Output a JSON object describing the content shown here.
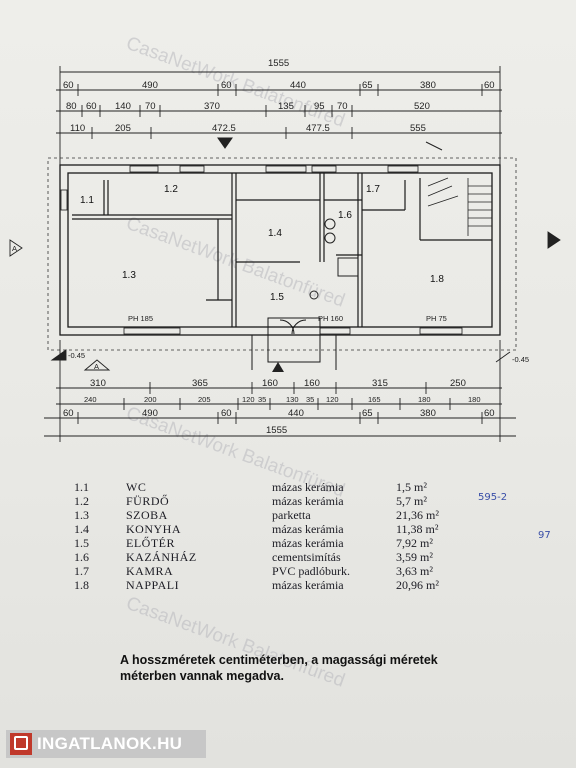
{
  "watermarks": [
    "CasaNetWork Balatonfüred",
    "CasaNetWork Balatonfüred",
    "CasaNetWork Balatonfüred",
    "CasaNetWork Balatonfüred"
  ],
  "dimensions_top": {
    "overall": "1555",
    "row1": [
      "60",
      "490",
      "60",
      "440",
      "65",
      "380",
      "60"
    ],
    "row2": [
      "80",
      "60",
      "140",
      "70",
      "370",
      "135",
      "95",
      "70",
      "520"
    ],
    "row3": [
      "110",
      "205",
      "472.5",
      "477.5",
      "555"
    ]
  },
  "dimensions_bottom": {
    "row1": [
      "310",
      "365",
      "160",
      "160",
      "315",
      "250"
    ],
    "row2": [
      "240",
      "200",
      "205",
      "120",
      "35",
      "130",
      "35",
      "120",
      "165",
      "180",
      "180"
    ],
    "row3": [
      "60",
      "490",
      "60",
      "440",
      "65",
      "380",
      "60"
    ],
    "overall": "1555"
  },
  "rooms": [
    {
      "code": "1.1",
      "label": "1.1"
    },
    {
      "code": "1.2",
      "label": "1.2"
    },
    {
      "code": "1.3",
      "label": "1.3"
    },
    {
      "code": "1.4",
      "label": "1.4"
    },
    {
      "code": "1.5",
      "label": "1.5"
    },
    {
      "code": "1.6",
      "label": "1.6"
    },
    {
      "code": "1.7",
      "label": "1.7"
    },
    {
      "code": "1.8",
      "label": "1.8"
    }
  ],
  "plan_labels": {
    "ph_left": "PH 185",
    "ph_mid": "PH 160",
    "ph_right": "PH 75",
    "level_left": "-0.45",
    "level_right": "-0.45",
    "section_a": "A",
    "section_a2": "A"
  },
  "legend": [
    {
      "code": "1.1",
      "name": "WC",
      "material": "mázas kerámia",
      "area": "1,5 m²"
    },
    {
      "code": "1.2",
      "name": "FÜRDŐ",
      "material": "mázas kerámia",
      "area": "5,7 m²"
    },
    {
      "code": "1.3",
      "name": "SZOBA",
      "material": "parketta",
      "area": "21,36 m²"
    },
    {
      "code": "1.4",
      "name": "KONYHA",
      "material": "mázas kerámia",
      "area": "11,38 m²"
    },
    {
      "code": "1.5",
      "name": "ELŐTÉR",
      "material": "mázas kerámia",
      "area": "7,92 m²"
    },
    {
      "code": "1.6",
      "name": "KAZÁNHÁZ",
      "material": "cementsimítás",
      "area": "3,59 m²"
    },
    {
      "code": "1.7",
      "name": "KAMRA",
      "material": "PVC padlóburk.",
      "area": "3,63 m²"
    },
    {
      "code": "1.8",
      "name": "NAPPALI",
      "material": "mázas kerámia",
      "area": "20,96 m²"
    }
  ],
  "note": "A hosszméretek centiméterben, a magassági méretek méterben vannak megadva.",
  "handwritten": [
    "595-2",
    "97"
  ],
  "logo_text": "INGATLANOK.HU",
  "colors": {
    "ink": "#1c1c24",
    "paper": "#ecebe8",
    "handwriting": "#3a4fa8",
    "logo_red": "#c0392b"
  }
}
